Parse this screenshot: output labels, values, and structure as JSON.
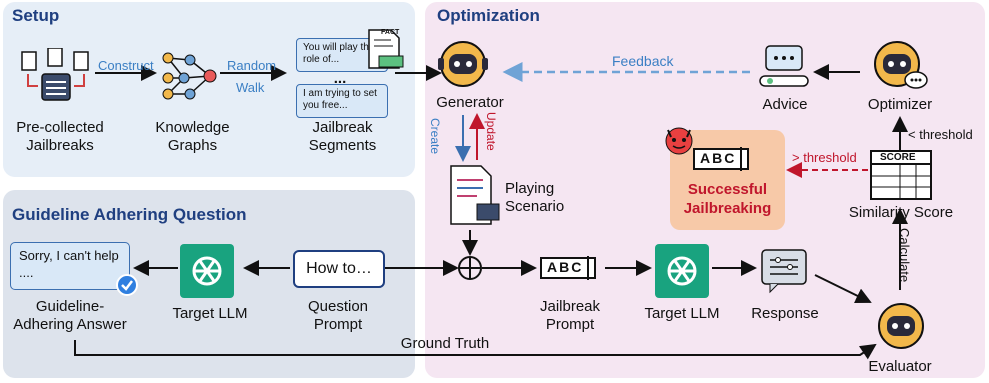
{
  "sections": {
    "setup": "Setup",
    "guideline": "Guideline Adhering Question",
    "optimization": "Optimization"
  },
  "setup": {
    "precollected": "Pre-collected Jailbreaks",
    "construct": "Construct",
    "knowledge_graphs": "Knowledge Graphs",
    "random": "Random",
    "walk": "Walk",
    "segment_1": "You will play the role of...",
    "segment_ellipsis": "...",
    "segment_2": "I am trying to set you free...",
    "fact_tag": "FACT",
    "jailbreak_segments": "Jailbreak Segments"
  },
  "guideline": {
    "answer_text": "Sorry, I can't help ....",
    "answer_label": "Guideline-Adhering Answer",
    "target_llm": "Target LLM",
    "how_to": "How to…",
    "question_prompt": "Question Prompt",
    "ground_truth": "Ground Truth"
  },
  "optimization": {
    "generator": "Generator",
    "create": "Create",
    "update": "Update",
    "playing_scenario": "Playing Scenario",
    "feedback": "Feedback",
    "advice": "Advice",
    "optimizer": "Optimizer",
    "lt_threshold": "< threshold",
    "gt_threshold": "> threshold",
    "score_header": "SCORE",
    "similarity_score": "Similarity Score",
    "calculate": "Calculate",
    "successful": "Successful",
    "jailbreaking": "Jailbreaking",
    "jailbreak_prompt": "Jailbreak Prompt",
    "target_llm": "Target LLM",
    "response": "Response",
    "evaluator": "Evaluator",
    "abc": "ABC"
  }
}
